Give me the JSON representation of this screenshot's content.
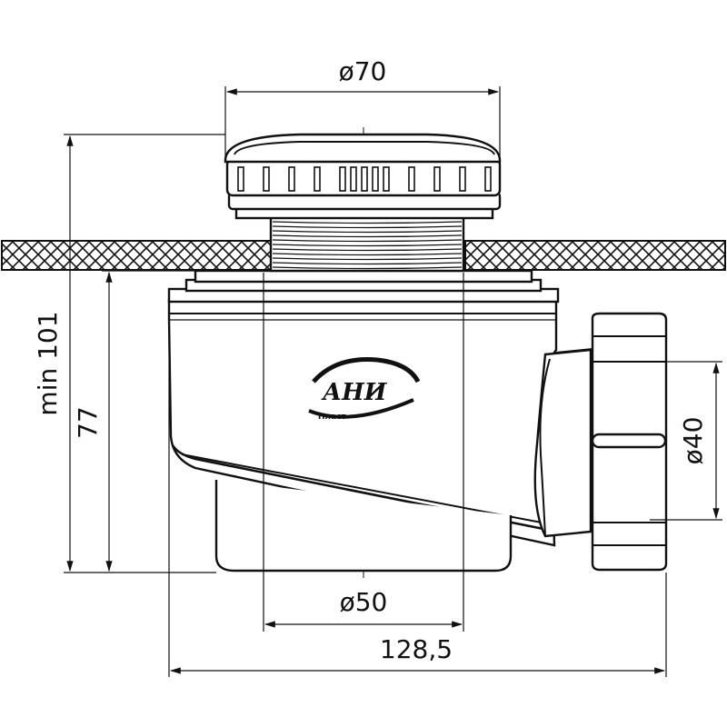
{
  "dimensions": {
    "top_diameter": "ø70",
    "bottom_diameter": "ø50",
    "side_diameter": "ø40",
    "total_width": "128,5",
    "min_height": "min 101",
    "body_height": "77"
  },
  "logo": {
    "brand": "АНИ",
    "sub": "Пласт"
  },
  "colors": {
    "ink": "#111111",
    "background": "#ffffff"
  }
}
